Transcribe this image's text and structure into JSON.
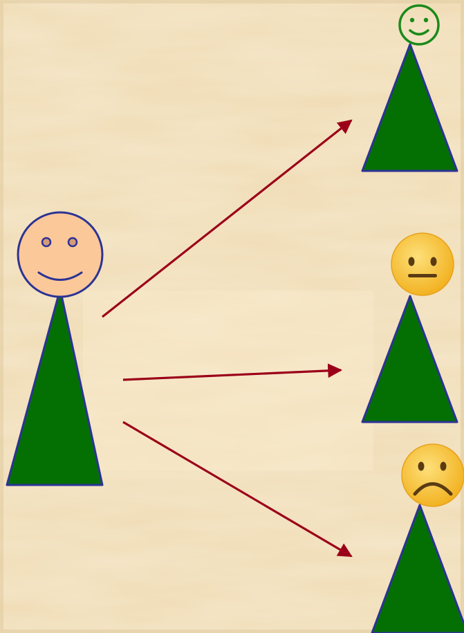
{
  "background": {
    "texture": "parchment",
    "base_color": "#f0dcb4",
    "light_color": "#f8e8c8",
    "dark_color": "#dcc294"
  },
  "source_person": {
    "face": "smiling",
    "face_color": "#fbc899",
    "body_color": "#047004",
    "outline_color": "#2c3394"
  },
  "arrow_color": "#9b0018",
  "targets": [
    {
      "face": "happy",
      "face_icon": "simple-smiley-outline",
      "face_color": "#1a8a1a",
      "body_color": "#047004",
      "outline_color": "#2c3394"
    },
    {
      "face": "neutral",
      "face_icon": "neutral-face-emoji",
      "face_color": "#f9c03a",
      "body_color": "#047004",
      "outline_color": "#2c3394"
    },
    {
      "face": "sad",
      "face_icon": "frowning-face-emoji",
      "face_color": "#f9c03a",
      "body_color": "#047004",
      "outline_color": "#2c3394"
    }
  ]
}
